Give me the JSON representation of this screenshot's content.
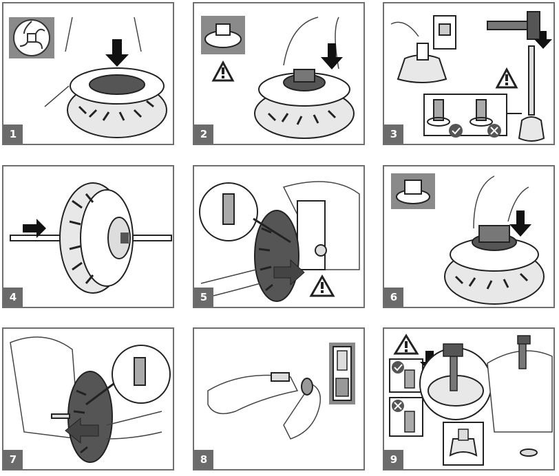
{
  "steps": [
    {
      "number": "1"
    },
    {
      "number": "2"
    },
    {
      "number": "3"
    },
    {
      "number": "4"
    },
    {
      "number": "5"
    },
    {
      "number": "6"
    },
    {
      "number": "7"
    },
    {
      "number": "8"
    },
    {
      "number": "9"
    }
  ],
  "colors": {
    "frame": "#6e6e6e",
    "badge": "#6b6b6b",
    "inset": "#8a8a8a",
    "tire": "#e8e8e8",
    "tire_dark": "#555555"
  },
  "icons": [
    "warning-icon",
    "down-arrow-icon",
    "right-arrow-icon",
    "left-arrow-icon",
    "check-icon",
    "cross-icon",
    "hammer-icon",
    "hub-icon"
  ]
}
